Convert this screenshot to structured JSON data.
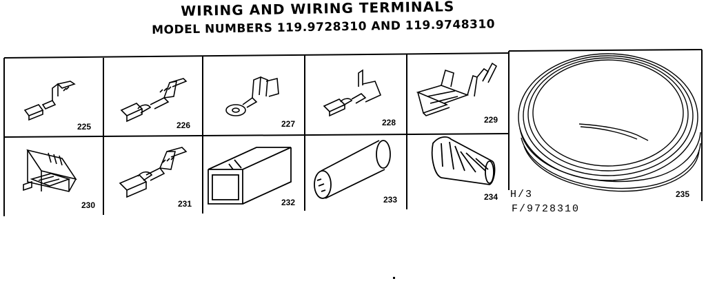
{
  "header": {
    "title": "WIRING AND WIRING TERMINALS",
    "subtitle": "MODEL NUMBERS 119.9728310 AND 119.9748310"
  },
  "parts": [
    {
      "number": "225",
      "icon": "flag-terminal-icon"
    },
    {
      "number": "226",
      "icon": "female-terminal-icon"
    },
    {
      "number": "227",
      "icon": "ring-terminal-icon"
    },
    {
      "number": "228",
      "icon": "spade-terminal-icon"
    },
    {
      "number": "229",
      "icon": "piggyback-terminal-icon"
    },
    {
      "number": "230",
      "icon": "insulated-flag-terminal-icon"
    },
    {
      "number": "231",
      "icon": "locking-terminal-icon"
    },
    {
      "number": "232",
      "icon": "terminal-housing-icon"
    },
    {
      "number": "233",
      "icon": "insulating-sleeve-icon"
    },
    {
      "number": "234",
      "icon": "wire-nut-icon"
    },
    {
      "number": "235",
      "icon": "wire-coil-icon"
    }
  ],
  "stamp": {
    "line1": "H/3",
    "line2": "F/9728310"
  }
}
